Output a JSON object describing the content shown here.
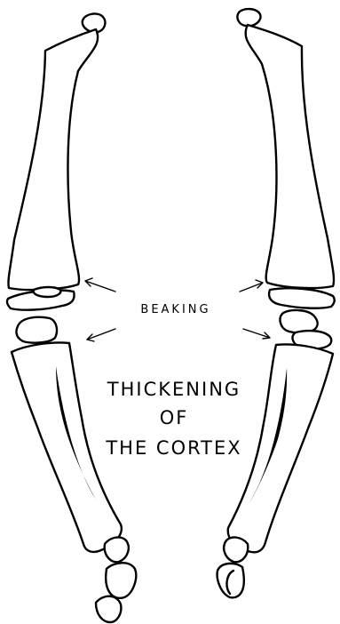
{
  "labels": {
    "beaking": "BEAKING",
    "thickening_line1": "THICKENING",
    "thickening_line2": "OF",
    "thickening_line3": "THE CORTEX"
  },
  "colors": {
    "ink": "#000000",
    "paper": "#ffffff"
  }
}
